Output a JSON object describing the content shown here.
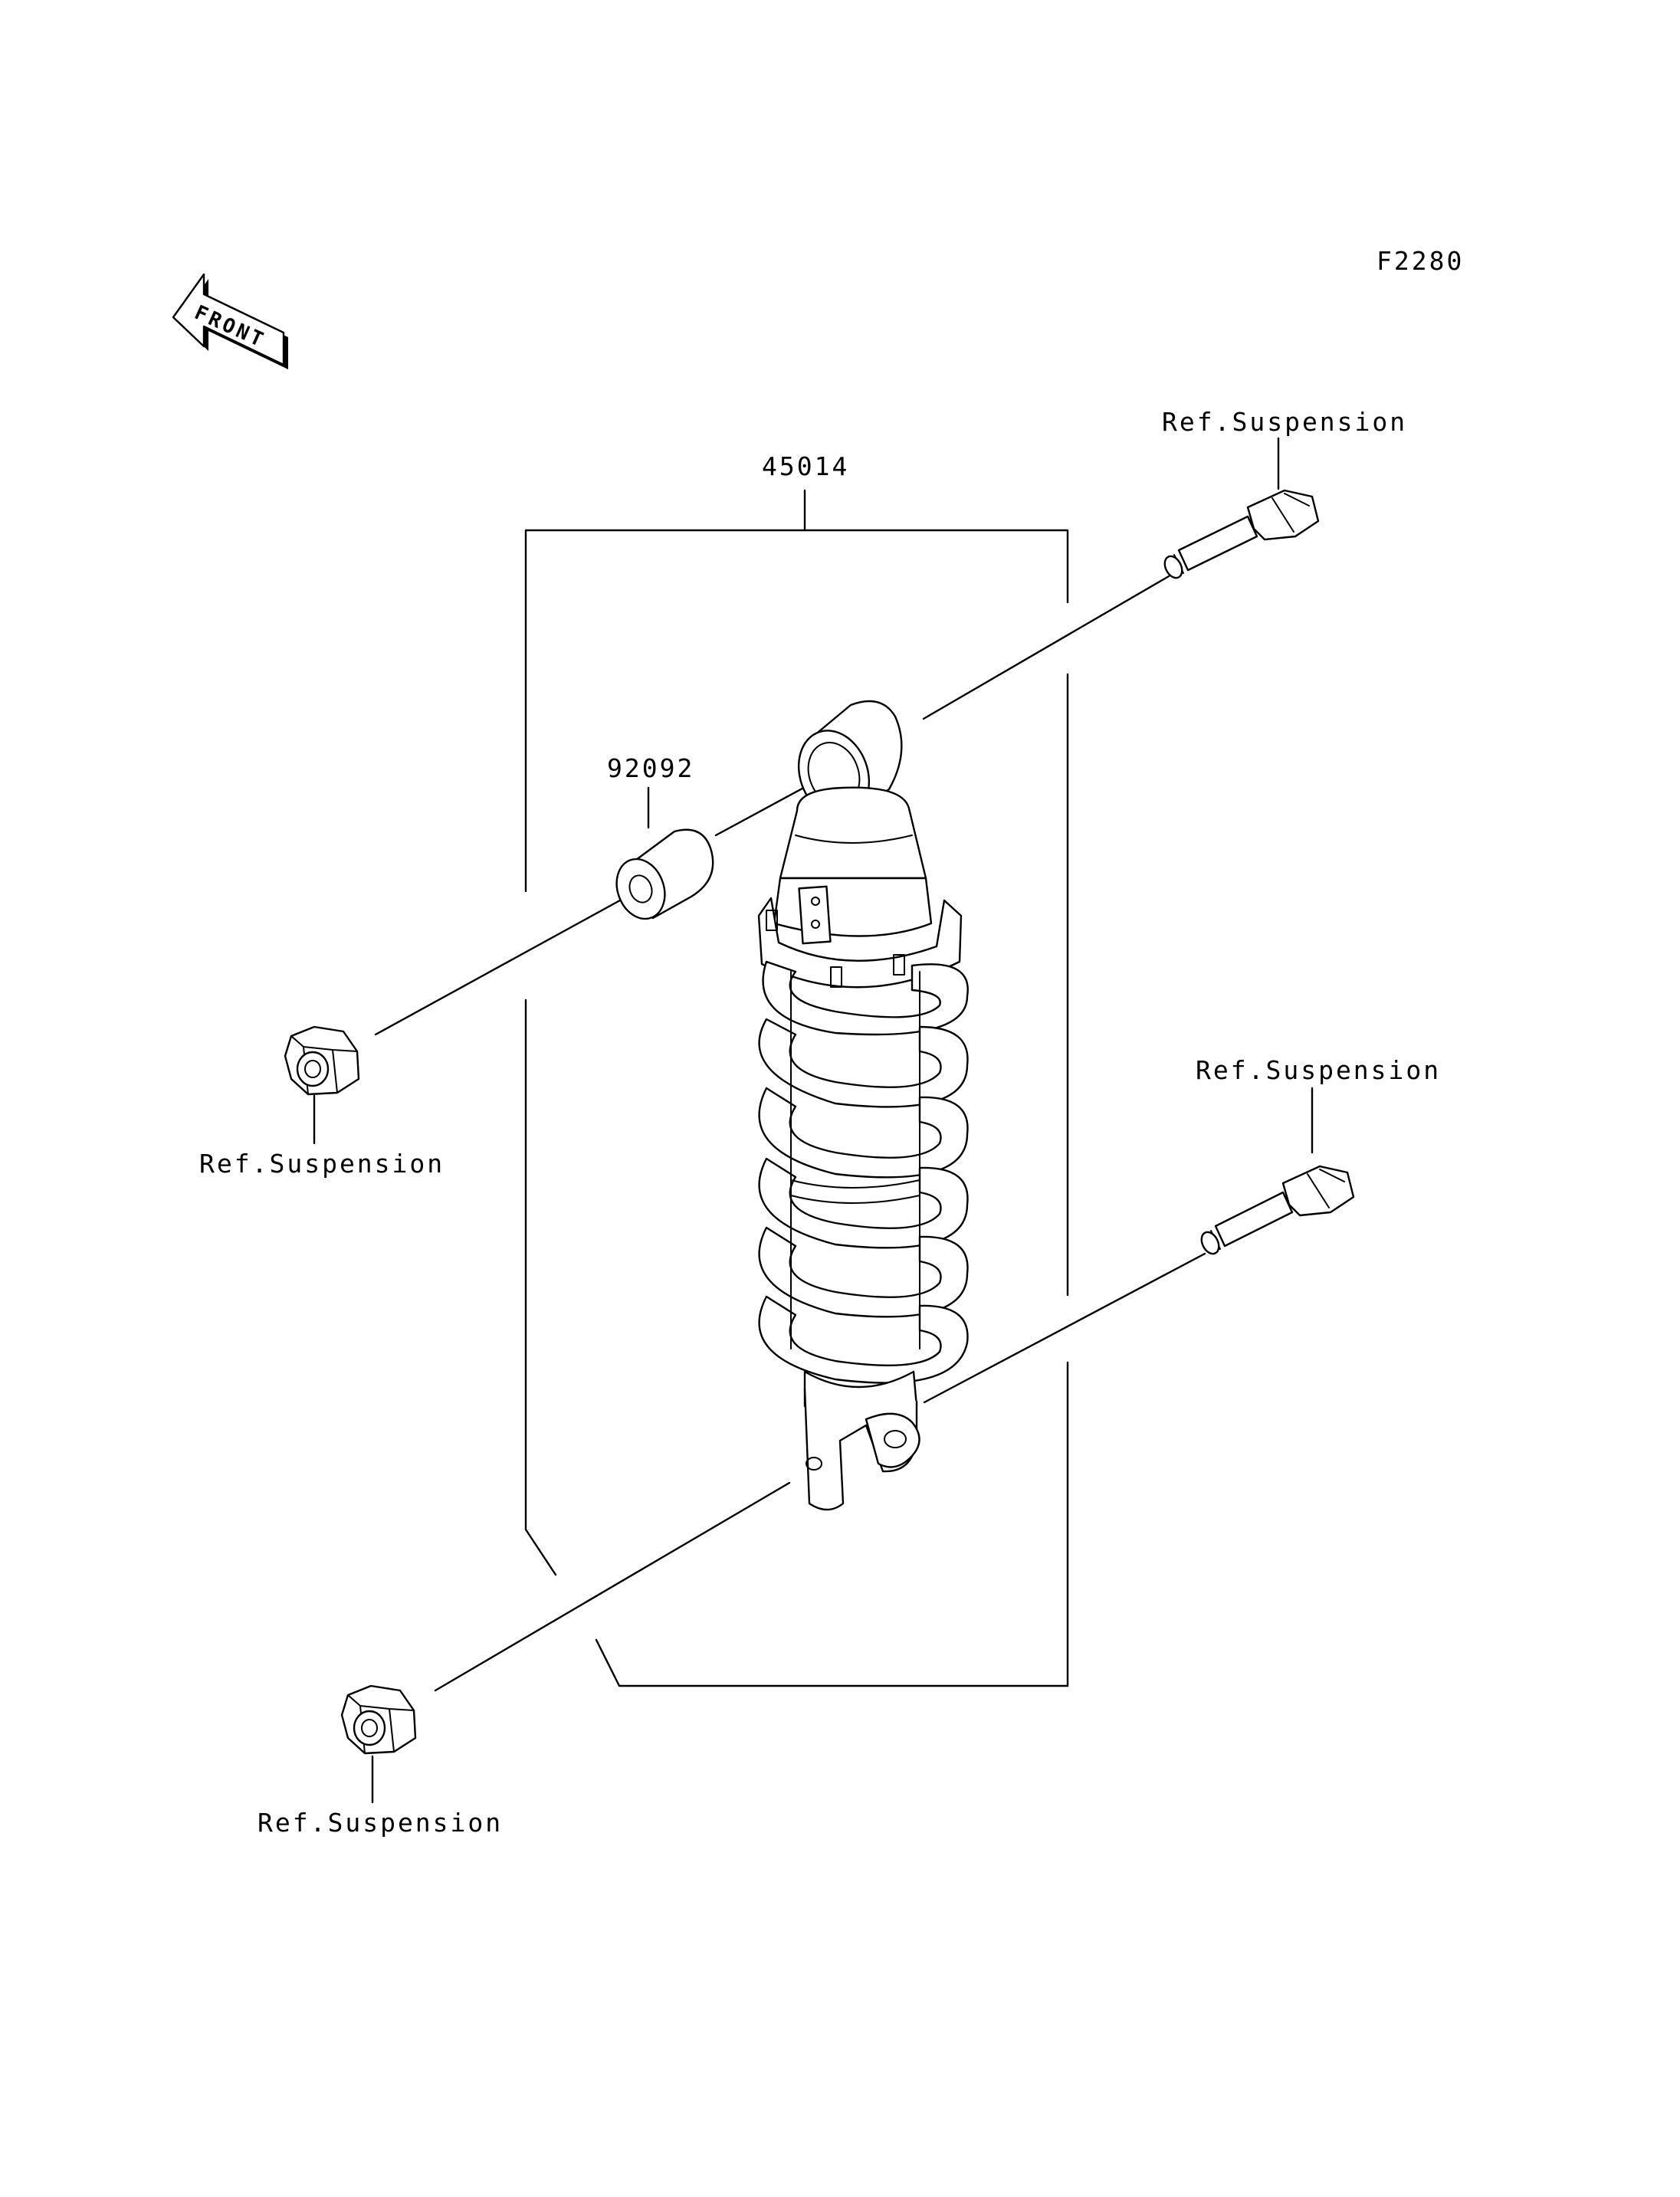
{
  "diagram_code": "F2280",
  "front_arrow_text": "FRONT",
  "labels": {
    "shock_absorber": "45014",
    "collar": "92092",
    "upper_bolt_ref": "Ref.Suspension",
    "upper_nut_ref": "Ref.Suspension",
    "lower_bolt_ref": "Ref.Suspension",
    "lower_nut_ref": "Ref.Suspension"
  }
}
